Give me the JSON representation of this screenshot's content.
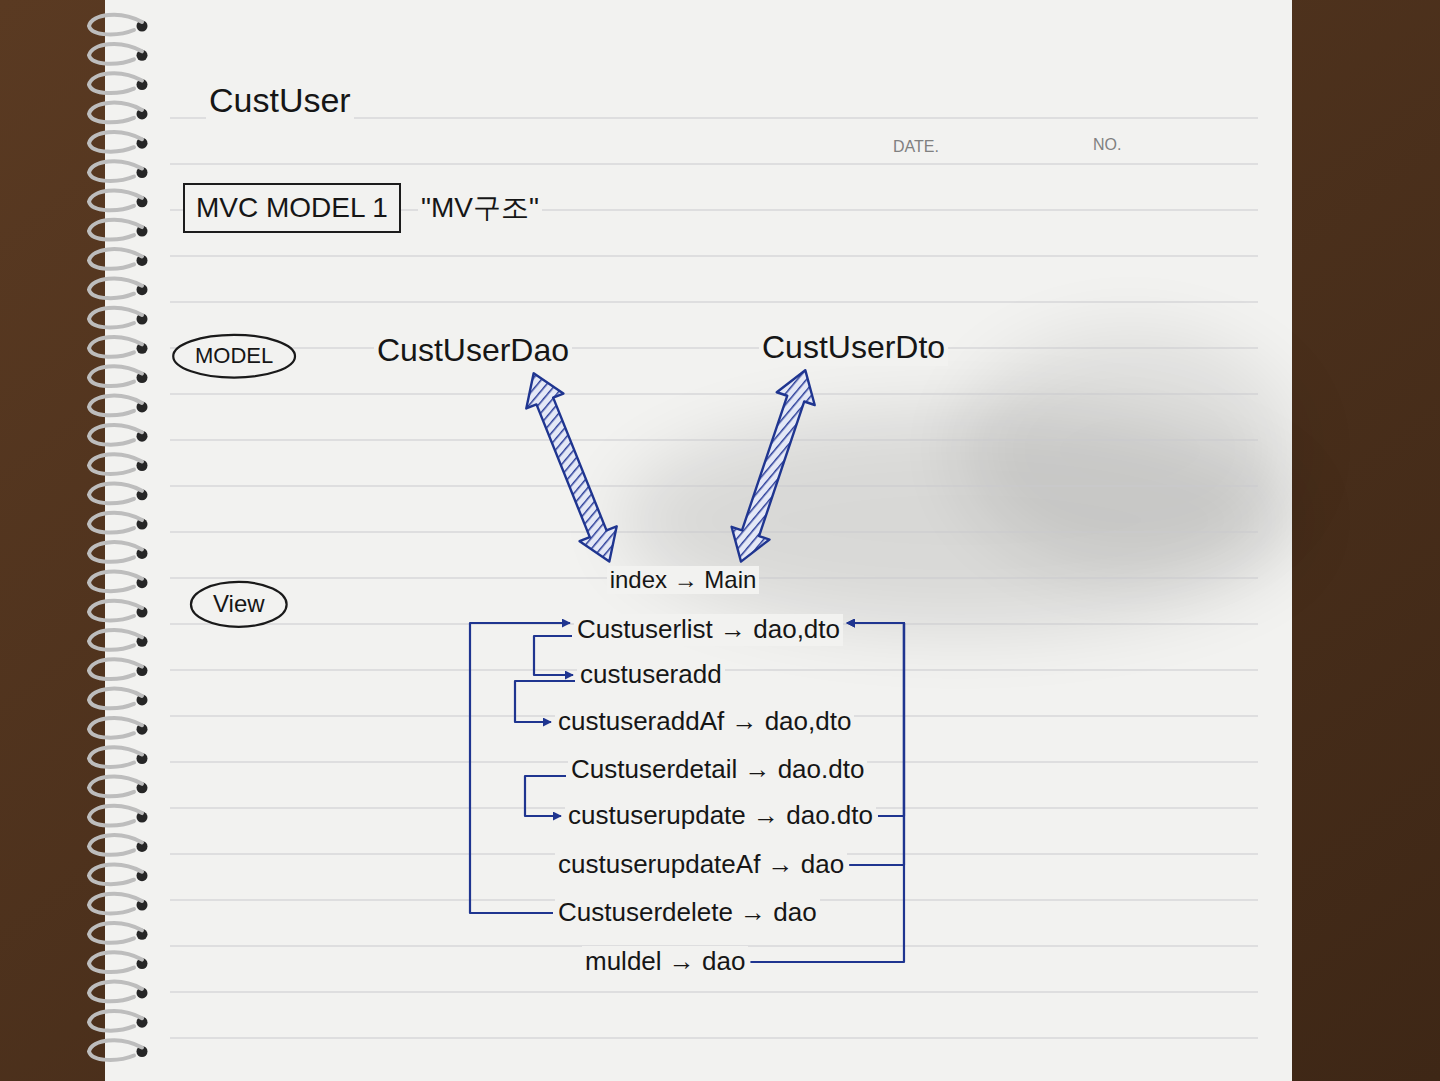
{
  "diagram": {
    "title": "CustUser",
    "nodes": [
      {
        "text": [
          "MVC MODEL 1"
        ]
      },
      {
        "text": [
          "MODEL"
        ]
      },
      {
        "text": [
          "CustUserDao"
        ]
      },
      {
        "text": [
          "CustUserDto"
        ]
      },
      {
        "text": [
          "View"
        ]
      },
      {
        "text": [
          "index → Main"
        ]
      },
      {
        "text": [
          "Custuserlist → dao,dto"
        ]
      },
      {
        "text": [
          "custuseradd"
        ]
      },
      {
        "text": [
          "custuseraddAf → dao,dto"
        ]
      },
      {
        "text": [
          "Custuserdetail → dao.dto"
        ]
      },
      {
        "text": [
          "custuserupdate → dao.dto"
        ]
      },
      {
        "text": [
          "custuserupdateAf → dao"
        ]
      },
      {
        "text": [
          "Custuserdelete → dao"
        ]
      },
      {
        "text": [
          "muldel → dao"
        ]
      }
    ],
    "edges": [
      {
        "from": 2,
        "to": 5,
        "arrow": "both"
      },
      {
        "from": 3,
        "to": 5,
        "arrow": "both"
      },
      {
        "from": 12,
        "to": 6,
        "arrow": "to"
      },
      {
        "from": 6,
        "to": 7,
        "arrow": "to"
      },
      {
        "from": 7,
        "to": 8,
        "arrow": "to"
      },
      {
        "from": 9,
        "to": 10,
        "arrow": "to"
      },
      {
        "from": 10,
        "to": 6,
        "arrow": "to"
      },
      {
        "from": 11,
        "to": 6,
        "arrow": "to"
      },
      {
        "from": 13,
        "to": 6,
        "arrow": "to"
      }
    ],
    "labels": [
      "DATE.",
      "NO.",
      "\"MV구조\""
    ]
  }
}
